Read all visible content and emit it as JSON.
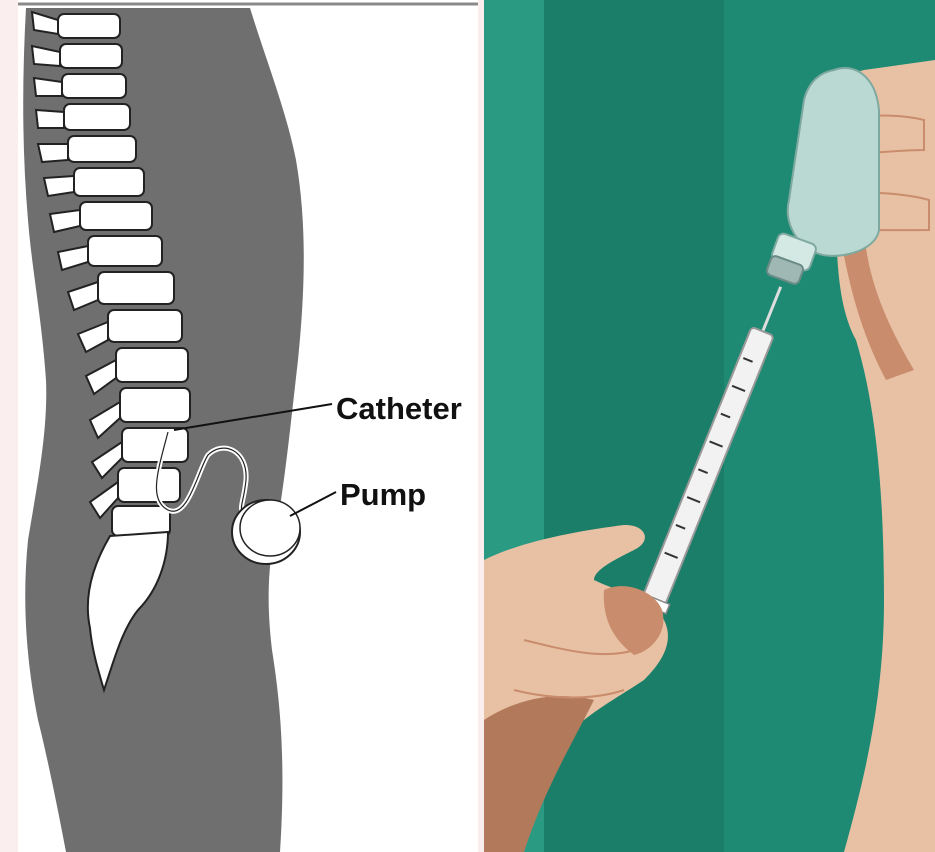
{
  "diagram": {
    "labels": {
      "catheter": "Catheter",
      "pump": "Pump"
    }
  },
  "colors": {
    "body_silhouette": "#6f6f6f",
    "bone": "#ffffff",
    "background_teal": "#1e8a73",
    "skin": "#e8c1a4",
    "skin_shadow": "#c98c6c",
    "vial_glass": "#b9d9d2"
  },
  "icons": {
    "left": "intrathecal-pump-diagram",
    "right": "syringe-drawing-from-vial"
  }
}
